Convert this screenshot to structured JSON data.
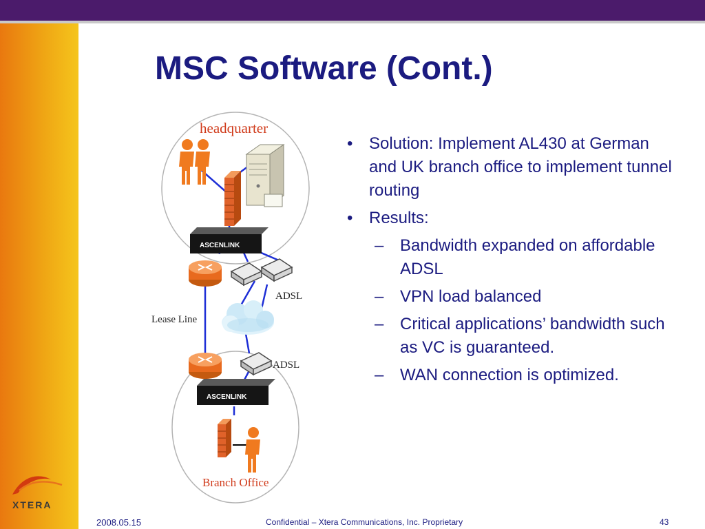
{
  "slide": {
    "title": "MSC Software (Cont.)",
    "colors": {
      "top_bar": "#4b1b6b",
      "title_text": "#1b1b80",
      "side_gradient": [
        "#e9780f",
        "#f5c51c"
      ],
      "device_orange": "#f07a1f",
      "network_link": "#1e2fd6"
    }
  },
  "diagram": {
    "headquarter_label": "headquarter",
    "branch_label": "Branch Office",
    "lease_line_label": "Lease Line",
    "adsl_label_1": "ADSL",
    "adsl_label_2": "ADSL",
    "device_brand_1": "ASCENLINK",
    "device_brand_2": "ASCENLINK",
    "icons": [
      "people-icon",
      "server-icon",
      "firewall-icon",
      "router-icon",
      "modem-icon",
      "cloud-icon",
      "person-icon"
    ]
  },
  "bullets": {
    "item1": "Solution: Implement AL430 at German and UK branch office to implement tunnel routing",
    "item2": "Results:",
    "sub": [
      "Bandwidth expanded on affordable ADSL",
      "VPN load balanced",
      "Critical applications’ bandwidth such as VC is guaranteed.",
      "WAN connection is optimized."
    ],
    "bullet_mark": "•",
    "dash_mark": "–"
  },
  "footer": {
    "date": "2008.05.15",
    "confidential": "Confidential – Xtera Communications, Inc. Proprietary",
    "page_number": "43"
  },
  "logo": {
    "text": "XTERA",
    "icon": "xtera-swoosh-icon"
  }
}
